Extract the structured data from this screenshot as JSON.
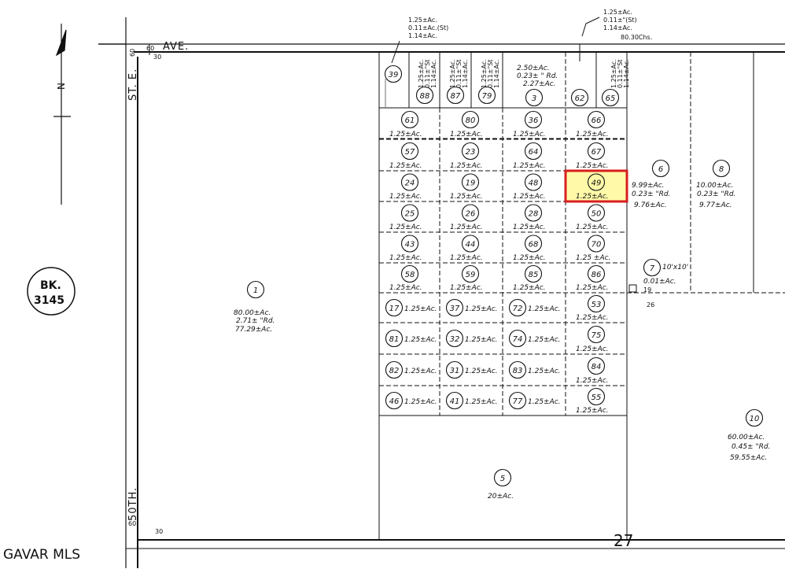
{
  "map": {
    "streets": {
      "ave": "AVE.",
      "top_ext": "60",
      "top_ext_dist": "30",
      "st_e_ext": "60",
      "st_e": "ST. E.",
      "fiftieth": "50TH.",
      "bottom_ext": "60",
      "bottom_ext_dist": "30"
    },
    "book": {
      "line1": "BK.",
      "line2": "3145"
    },
    "section": "27",
    "watermark": "GAVAR MLS",
    "north": "N",
    "top_notes": {
      "left": [
        "1.25±Ac.",
        "0.11±Ac.(St)",
        "1.14±Ac."
      ],
      "right": [
        "1.25±Ac.",
        "0.11±\"(St)",
        "1.14±Ac."
      ],
      "chains": "80.30Chs."
    },
    "rot_acres": [
      "1.25±Ac.",
      "0.11±\"St",
      "1.14±Ac."
    ],
    "highlight_color": "#fff9a8",
    "highlight_border": "#d81e1e",
    "highlight_parcel": "49",
    "parcel_1": {
      "id": "1",
      "l1": "80.00±Ac.",
      "l2": "2.71± \"Rd.",
      "l3": "77.29±Ac."
    },
    "parcel_5": {
      "id": "5",
      "l1": "20±Ac."
    },
    "parcel_6": {
      "id": "6",
      "l1": "9.99±Ac.",
      "l2": "0.23± \"Rd.",
      "l3": "9.76±Ac."
    },
    "parcel_7": {
      "id": "7",
      "dims": "10'x10'",
      "l1": "0.01±Ac.",
      "d19": "19",
      "d26": "26"
    },
    "parcel_8": {
      "id": "8",
      "l1": "10.00±Ac.",
      "l2": "0.23± \"Rd.",
      "l3": "9.77±Ac."
    },
    "parcel_10": {
      "id": "10",
      "l1": "60.00±Ac.",
      "l2": "0.45± \"Rd.",
      "l3": "59.55±Ac."
    },
    "parcel_3": {
      "id": "3",
      "l1": "2.50±Ac.",
      "l2": "0.23± \" Rd.",
      "l3": "2.27±Ac."
    },
    "top_row": [
      "39",
      "88",
      "87",
      "79",
      "62",
      "65"
    ],
    "grid": [
      [
        "61",
        "1.25±Ac.",
        "80",
        "1.25±Ac.",
        "36",
        "1.25±Ac.",
        "66",
        "1.25±Ac."
      ],
      [
        "57",
        "1.25±Ac.",
        "23",
        "1.25±Ac.",
        "64",
        "1.25±Ac.",
        "67",
        "1.25±Ac."
      ],
      [
        "24",
        "1.25±Ac.",
        "19",
        "1.25±Ac.",
        "48",
        "1.25±Ac.",
        "49",
        "1.25±Ac."
      ],
      [
        "25",
        "1.25±Ac.",
        "26",
        "1.25±Ac.",
        "28",
        "1.25±Ac.",
        "50",
        "1.25±Ac."
      ],
      [
        "43",
        "1.25±Ac.",
        "44",
        "1.25±Ac.",
        "68",
        "1.25±Ac.",
        "70",
        "1.25 ±Ac."
      ],
      [
        "58",
        "1.25±Ac.",
        "59",
        "1.25±Ac.",
        "85",
        "1.25±Ac.",
        "86",
        "1.25±Ac."
      ],
      [
        "17",
        "1.25±Ac.",
        "37",
        "1.25±Ac.",
        "72",
        "1.25±Ac.",
        "53",
        "1.25±Ac."
      ],
      [
        "81",
        "1.25±Ac.",
        "32",
        "1.25±Ac.",
        "74",
        "1.25±Ac.",
        "75",
        "1.25±Ac."
      ],
      [
        "82",
        "1.25±Ac.",
        "31",
        "1.25±Ac.",
        "83",
        "1.25±Ac.",
        "84",
        "1.25±Ac."
      ],
      [
        "46",
        "1.25±Ac.",
        "41",
        "1.25±Ac.",
        "77",
        "1.25±Ac.",
        "55",
        "1.25±Ac."
      ]
    ]
  }
}
